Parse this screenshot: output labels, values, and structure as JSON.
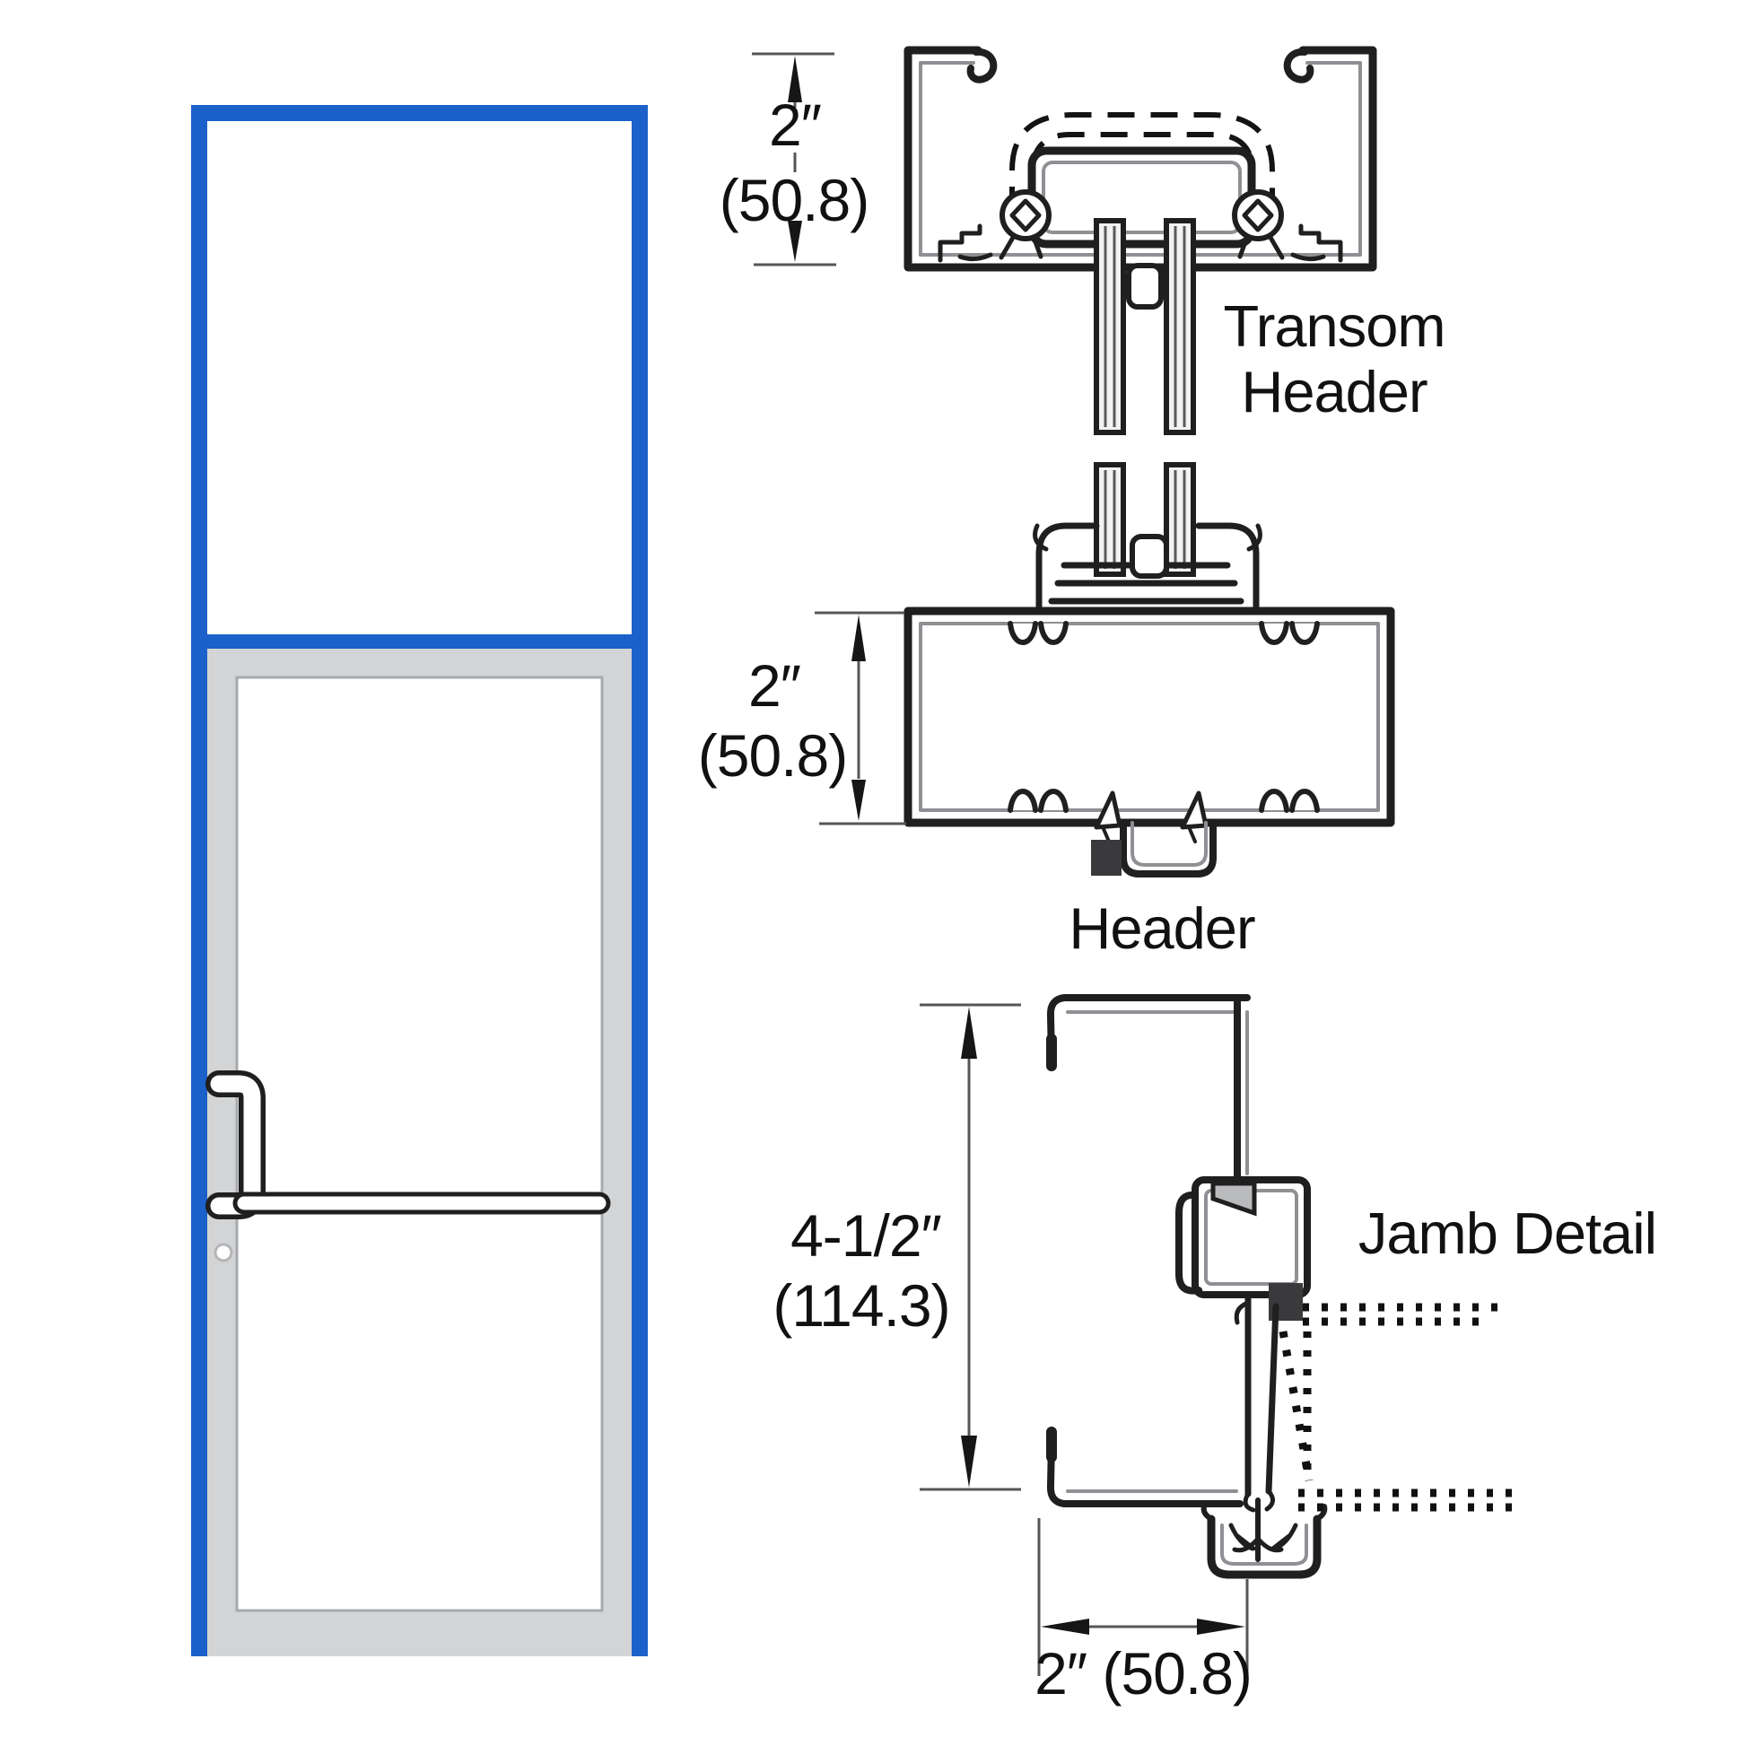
{
  "figure": {
    "type": "architectural-detail-sheet",
    "background": "#ffffff",
    "colors": {
      "frame_blue": "#1b61c9",
      "door_gray": "#d3d4d6",
      "door_gray_edge": "#a7a8ab",
      "line": "#1f1f1f",
      "gasket_dark": "#3a3a3c",
      "dim": "#565656"
    },
    "sections": {
      "transom_header": {
        "label_line1": "Transom",
        "label_line2": "Header",
        "dim_in": "2″",
        "dim_mm": "(50.8)"
      },
      "header": {
        "label": "Header",
        "dim_in": "2″",
        "dim_mm": "(50.8)"
      },
      "jamb": {
        "label": "Jamb Detail",
        "dim_in": "4-1/2″",
        "dim_mm": "(114.3)",
        "width_label": "2″ (50.8)"
      }
    }
  }
}
